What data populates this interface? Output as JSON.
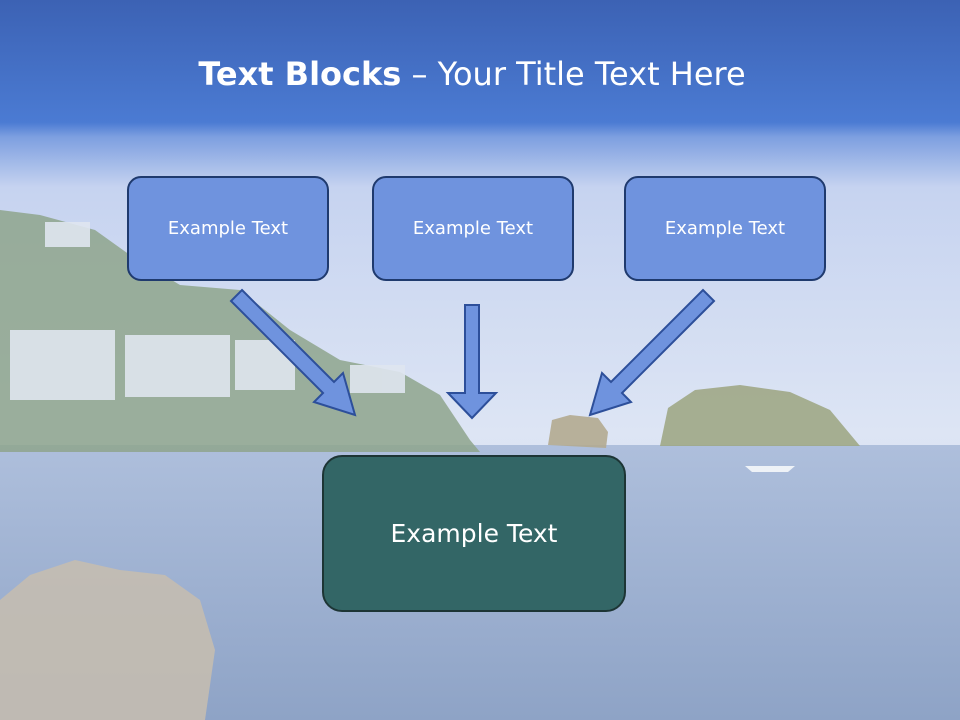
{
  "slide": {
    "title_bold": "Text Blocks",
    "title_dash": " – ",
    "title_rest": "Your Title Text Here"
  },
  "blocks": [
    {
      "label": "Example Text"
    },
    {
      "label": "Example Text"
    },
    {
      "label": "Example Text"
    }
  ],
  "result_block": {
    "label": "Example Text"
  },
  "colors": {
    "header_band": "#4a78cf",
    "small_block_fill": "#6f93de",
    "result_block_fill": "#336666",
    "arrow_fill": "#6f93de",
    "arrow_stroke": "#2d4f9a"
  }
}
